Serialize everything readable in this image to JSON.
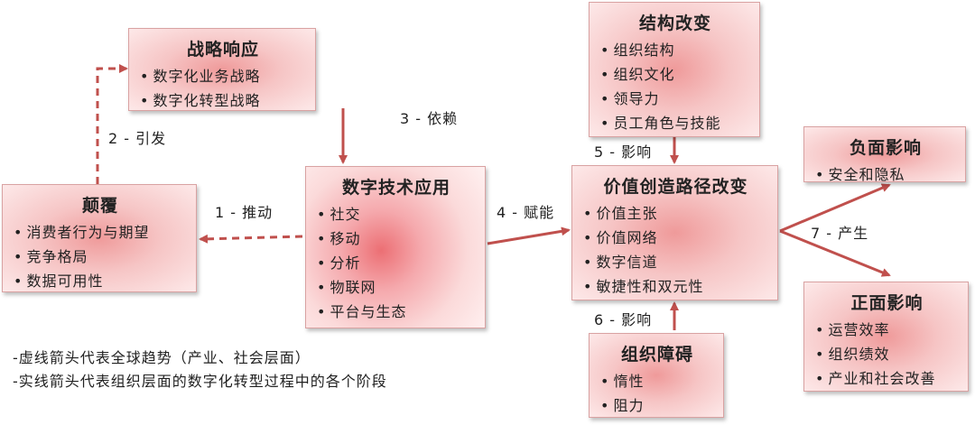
{
  "colors": {
    "arrow": "#c0504d",
    "box_border": "#d9a2a2"
  },
  "boxes": {
    "strategy": {
      "title": "战略响应",
      "items": [
        "数字化业务战略",
        "数字化转型战略"
      ]
    },
    "disruption": {
      "title": "颠覆",
      "items": [
        "消费者行为与期望",
        "竞争格局",
        "数据可用性"
      ]
    },
    "tech": {
      "title": "数字技术应用",
      "items": [
        "社交",
        "移动",
        "分析",
        "物联网",
        "平台与生态"
      ]
    },
    "structure": {
      "title": "结构改变",
      "items": [
        "组织结构",
        "组织文化",
        "领导力",
        "员工角色与技能"
      ]
    },
    "value": {
      "title": "价值创造路径改变",
      "items": [
        "价值主张",
        "价值网络",
        "数字信道",
        "敏捷性和双元性"
      ]
    },
    "barriers": {
      "title": "组织障碍",
      "items": [
        "惰性",
        "阻力"
      ]
    },
    "negative": {
      "title": "负面影响",
      "items": [
        "安全和隐私"
      ]
    },
    "positive": {
      "title": "正面影响",
      "items": [
        "运营效率",
        "组织绩效",
        "产业和社会改善"
      ]
    }
  },
  "edges": {
    "e1": "1 - 推动",
    "e2": "2 - 引发",
    "e3": "3 - 依赖",
    "e4": "4 - 赋能",
    "e5": "5 - 影响",
    "e6": "6 - 影响",
    "e7": "7 - 产生"
  },
  "legend": [
    "-虚线箭头代表全球趋势（产业、社会层面）",
    "-实线箭头代表组织层面的数字化转型过程中的各个阶段"
  ]
}
